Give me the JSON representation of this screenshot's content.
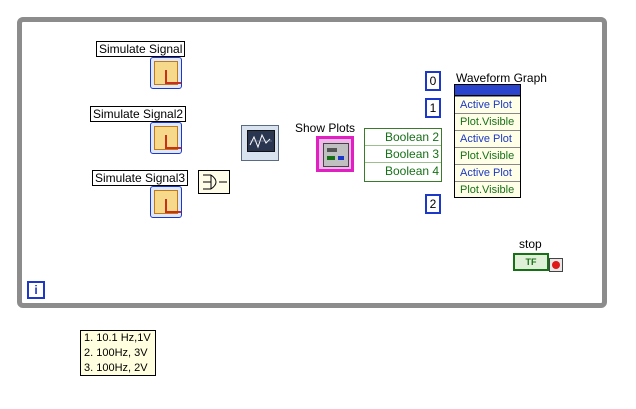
{
  "loop": {
    "iteration_label": "i"
  },
  "signals": [
    {
      "label": "Simulate Signal"
    },
    {
      "label": "Simulate Signal2"
    },
    {
      "label": "Simulate Signal3"
    }
  ],
  "show_plots": {
    "label": "Show Plots"
  },
  "unbundle": {
    "rows": [
      "Boolean 2",
      "Boolean 3",
      "Boolean 4"
    ]
  },
  "constants": [
    "0",
    "1",
    "2"
  ],
  "graph": {
    "label": "Waveform Graph",
    "properties": [
      "Active Plot",
      "Plot.Visible",
      "Active Plot",
      "Plot.Visible",
      "Active Plot",
      "Plot.Visible"
    ]
  },
  "stop": {
    "label": "stop",
    "terminal_text": "TF"
  },
  "comment": {
    "lines": [
      "1. 10.1 Hz,1V",
      "2.  100Hz, 3V",
      "3.  100Hz, 2V"
    ]
  },
  "colors": {
    "wire_dynamic": "#1c38c8",
    "wire_boolean": "#167016",
    "wire_cluster": "#e020c0",
    "loop_border": "#8c8c8c"
  }
}
